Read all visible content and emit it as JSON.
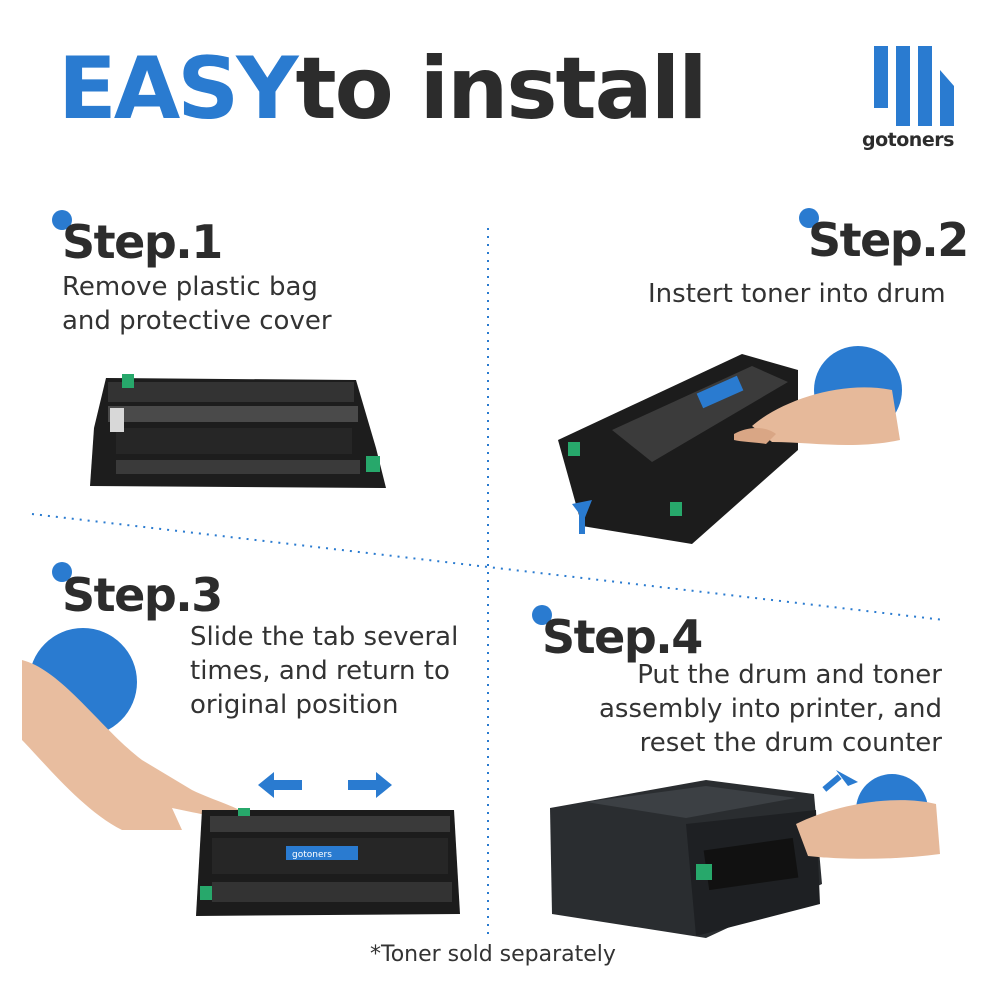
{
  "headline": {
    "emphasis": "EASY",
    "rest": "to install"
  },
  "brand": {
    "logo_text": "gotoners",
    "toner_label": "gotoners"
  },
  "steps": [
    {
      "title": "Step.1",
      "lines": [
        "Remove plastic bag",
        "and protective cover"
      ]
    },
    {
      "title": "Step.2",
      "lines": [
        "Instert toner into drum"
      ]
    },
    {
      "title": "Step.3",
      "lines": [
        "Slide the tab several",
        "times, and return to",
        "original position"
      ]
    },
    {
      "title": "Step.4",
      "lines": [
        "Put the drum and toner",
        "assembly into printer, and",
        "reset the drum counter"
      ]
    }
  ],
  "footnote": "*Toner sold separately",
  "colors": {
    "accent": "#2a7bd0",
    "text": "#2c2c2c",
    "divider": "#2a7bd0"
  },
  "icons": [
    "step-dot-icon",
    "arrow-left-icon",
    "arrow-right-icon",
    "arrow-up-icon"
  ]
}
